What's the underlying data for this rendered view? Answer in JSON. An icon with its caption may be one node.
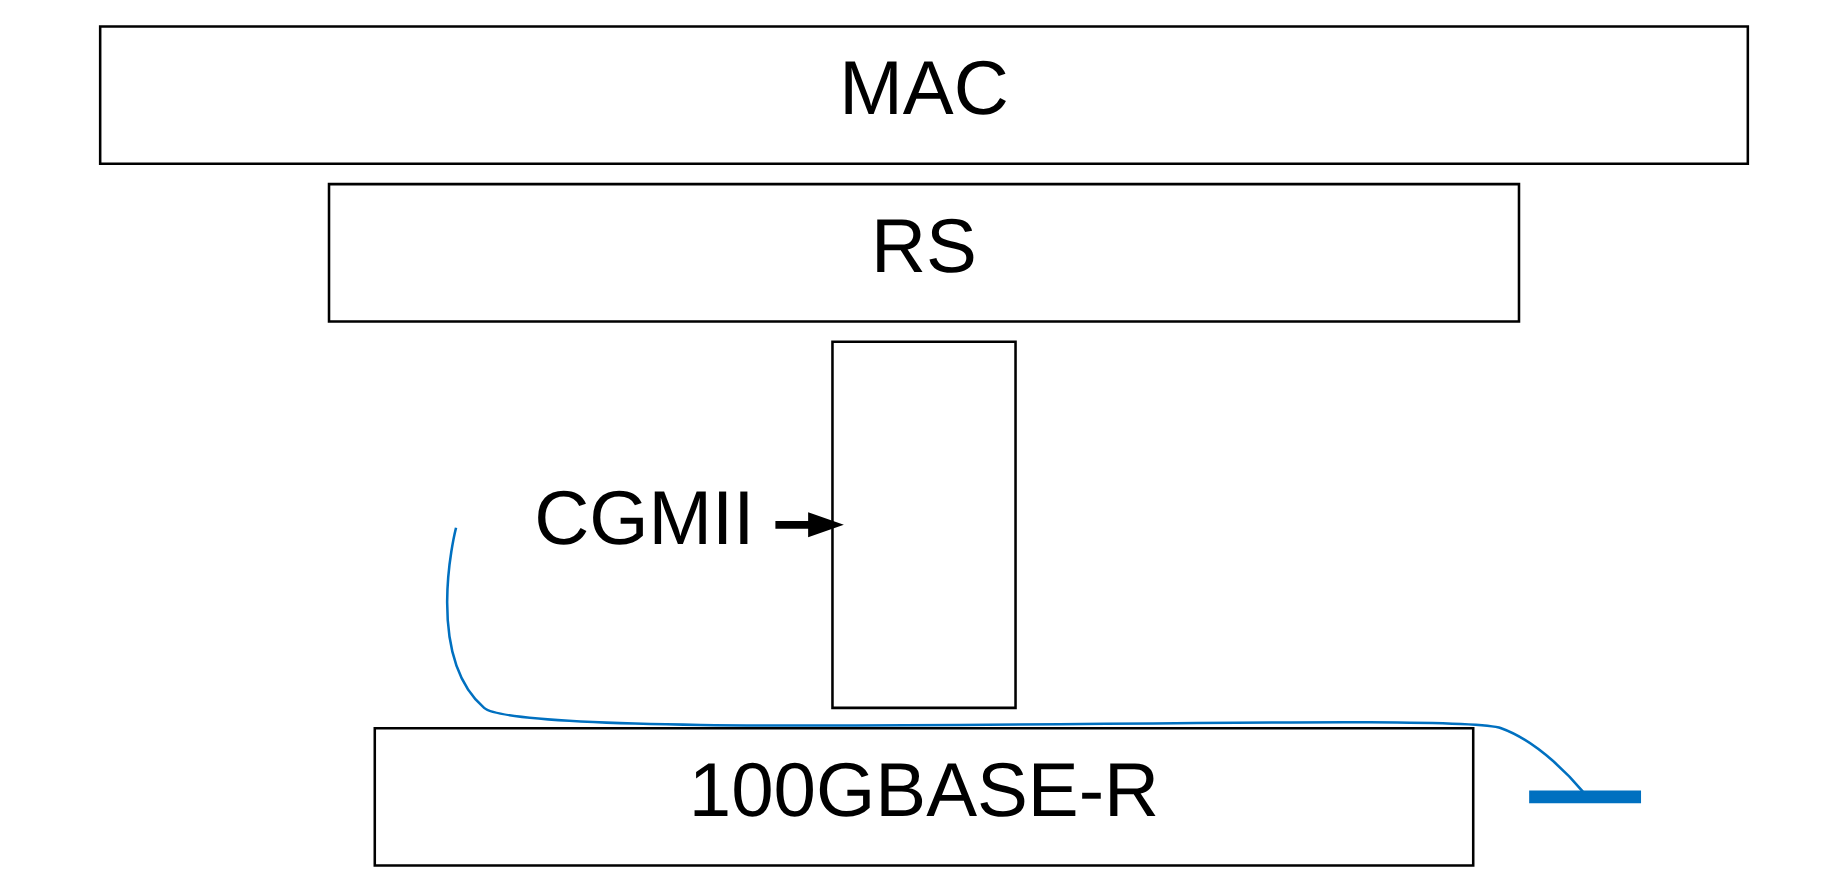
{
  "diagram": {
    "nodes": [
      {
        "text": [
          "MAC"
        ]
      },
      {
        "text": [
          "RS"
        ]
      },
      {
        "text": [
          "CGMII"
        ]
      },
      {
        "text": [],
        "shape": "box"
      },
      {
        "text": [
          "100GBASE-R"
        ]
      },
      {
        "text": [],
        "shape": "bar"
      }
    ],
    "edges": [
      {
        "from": 2,
        "to": 3,
        "arrow": "to",
        "style": "thick"
      },
      {
        "from": 5,
        "to": null,
        "arrow": "none",
        "color": "#0070c0"
      }
    ]
  }
}
